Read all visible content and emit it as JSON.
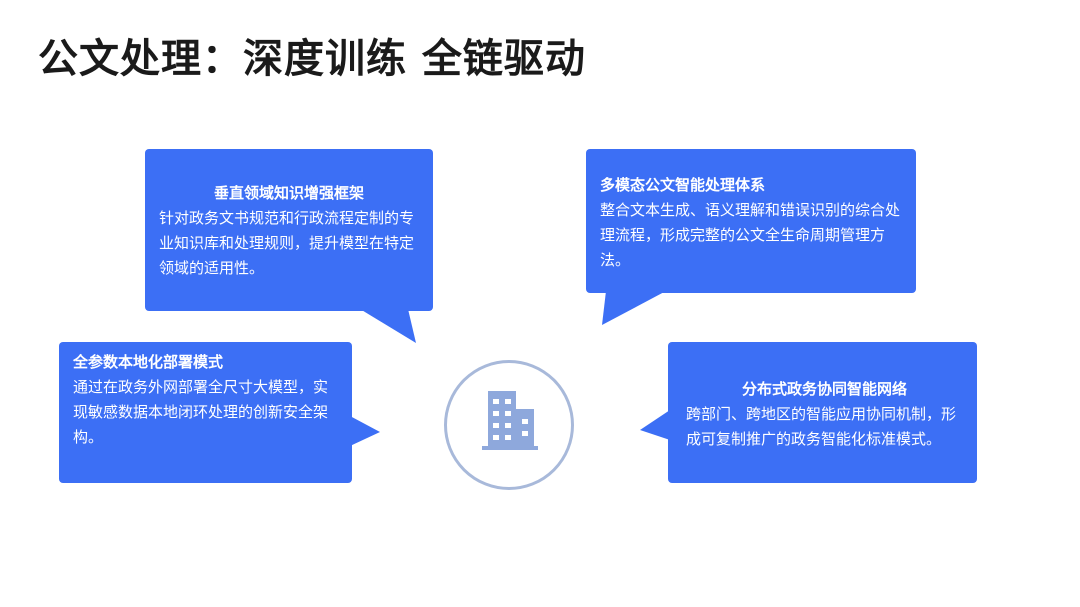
{
  "title": "公文处理：深度训练 全链驱动",
  "accent_color": "#3c6ff5",
  "hub_icon": "building-icon",
  "cards": [
    {
      "title": "垂直领域知识增强框架",
      "body": "针对政务文书规范和行政流程定制的专业知识库和处理规则，提升模型在特定领域的适用性。"
    },
    {
      "title": "多模态公文智能处理体系",
      "body": "整合文本生成、语义理解和错误识别的综合处理流程，形成完整的公文全生命周期管理方法。"
    },
    {
      "title": "全参数本地化部署模式",
      "body": "通过在政务外网部署全尺寸大模型，实现敏感数据本地闭环处理的创新安全架构。"
    },
    {
      "title": "分布式政务协同智能网络",
      "body": "跨部门、跨地区的智能应用协同机制，形成可复制推广的政务智能化标准模式。"
    }
  ]
}
